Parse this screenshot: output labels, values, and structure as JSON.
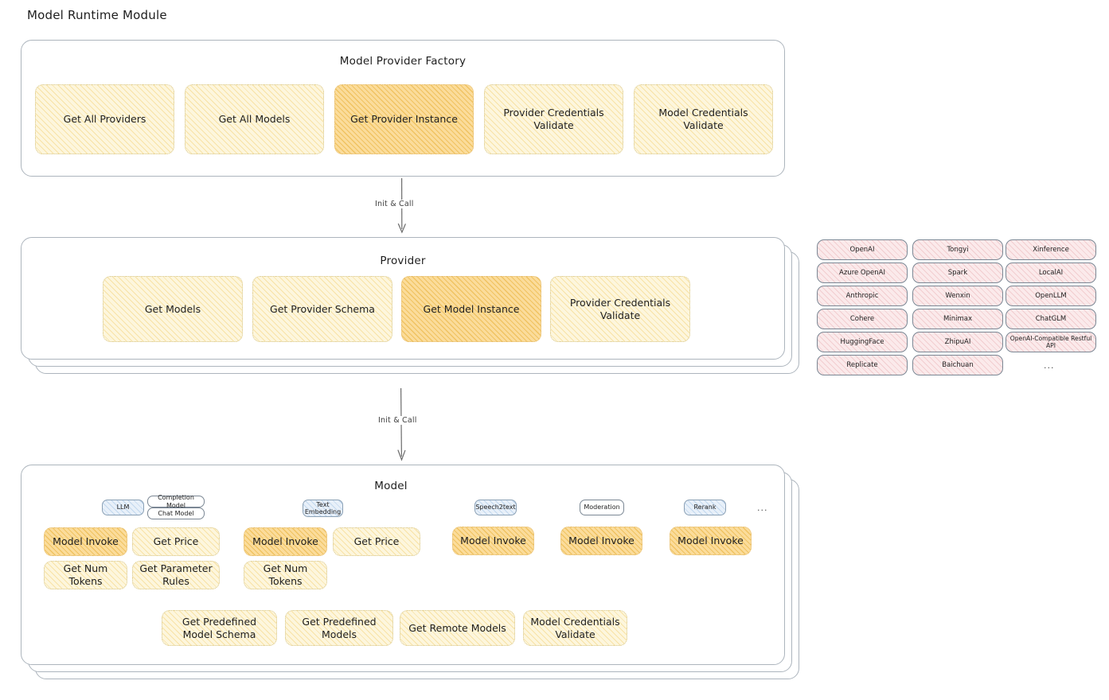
{
  "title": "Model Runtime Module",
  "factory": {
    "panel_title": "Model Provider Factory",
    "ops": [
      {
        "label": "Get All Providers",
        "highlight": false
      },
      {
        "label": "Get All Models",
        "highlight": false
      },
      {
        "label": "Get Provider Instance",
        "highlight": true
      },
      {
        "label": "Provider Credentials Validate",
        "highlight": false
      },
      {
        "label": "Model Credentials Validate",
        "highlight": false
      }
    ]
  },
  "arrows": [
    {
      "label": "Init & Call"
    },
    {
      "label": "Init & Call"
    }
  ],
  "provider": {
    "panel_title": "Provider",
    "ops": [
      {
        "label": "Get Models",
        "highlight": false
      },
      {
        "label": "Get Provider Schema",
        "highlight": false
      },
      {
        "label": "Get Model Instance",
        "highlight": true
      },
      {
        "label": "Provider Credentials Validate",
        "highlight": false
      }
    ]
  },
  "provider_list": {
    "columns": [
      {
        "items": [
          "OpenAI",
          "Azure OpenAI",
          "Anthropic",
          "Cohere",
          "HuggingFace",
          "Replicate"
        ],
        "more": ""
      },
      {
        "items": [
          "Tongyi",
          "Spark",
          "Wenxin",
          "Minimax",
          "ZhipuAI",
          "Baichuan"
        ],
        "more": ""
      },
      {
        "items": [
          "Xinference",
          "LocalAI",
          "OpenLLM",
          "ChatGLM",
          "OpenAI-Compatible Restful API"
        ],
        "more": "..."
      }
    ]
  },
  "model": {
    "panel_title": "Model",
    "more_types": "...",
    "types": [
      {
        "badge": "LLM",
        "badge_style": "blue",
        "sub_badges": [
          "Completion Model",
          "Chat Model"
        ],
        "ops": [
          {
            "label": "Model Invoke",
            "highlight": true
          },
          {
            "label": "Get Price",
            "highlight": false
          },
          {
            "label": "Get Num Tokens",
            "highlight": false
          },
          {
            "label": "Get Parameter Rules",
            "highlight": false
          }
        ]
      },
      {
        "badge": "Text Embedding",
        "badge_style": "blue",
        "sub_badges": [],
        "ops": [
          {
            "label": "Model Invoke",
            "highlight": true
          },
          {
            "label": "Get Price",
            "highlight": false
          },
          {
            "label": "Get Num Tokens",
            "highlight": false
          }
        ]
      },
      {
        "badge": "Speech2text",
        "badge_style": "blue",
        "sub_badges": [],
        "ops": [
          {
            "label": "Model Invoke",
            "highlight": true
          }
        ]
      },
      {
        "badge": "Moderation",
        "badge_style": "white",
        "sub_badges": [],
        "ops": [
          {
            "label": "Model Invoke",
            "highlight": true
          }
        ]
      },
      {
        "badge": "Rerank",
        "badge_style": "blue",
        "sub_badges": [],
        "ops": [
          {
            "label": "Model Invoke",
            "highlight": true
          }
        ]
      }
    ],
    "shared_ops": [
      {
        "label": "Get Predefined Model Schema"
      },
      {
        "label": "Get Predefined Models"
      },
      {
        "label": "Get Remote Models"
      },
      {
        "label": "Model Credentials Validate"
      }
    ]
  },
  "colors": {
    "op_fill": "#fdf6dd",
    "op_fill_highlight": "#fbdc9b",
    "badge_blue": "#e8f0f9",
    "pill_pink": "#fbeaeb",
    "border_gray": "#adb5bd",
    "text": "#1e1e1e"
  }
}
